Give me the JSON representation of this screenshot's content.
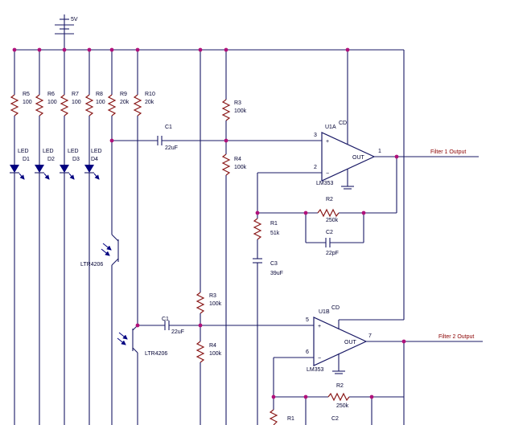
{
  "schematic": {
    "supply": "5V",
    "colors": {
      "wire": "#1a1a66",
      "resistor": "#8b1a1a",
      "junction": "#b0107a",
      "led": "#000080"
    },
    "top_bank": {
      "resistors": [
        {
          "ref": "R5",
          "value": "100"
        },
        {
          "ref": "R6",
          "value": "100"
        },
        {
          "ref": "R7",
          "value": "100"
        },
        {
          "ref": "R8",
          "value": "100"
        },
        {
          "ref": "R9",
          "value": "20k"
        },
        {
          "ref": "R10",
          "value": "20k"
        }
      ],
      "leds": [
        {
          "prefix": "LED",
          "ref": "D1"
        },
        {
          "prefix": "LED",
          "ref": "D2"
        },
        {
          "prefix": "LED",
          "ref": "D3"
        },
        {
          "prefix": "LED",
          "ref": "D4"
        }
      ]
    },
    "phototransistors": [
      "LTR4206",
      "LTR4206"
    ],
    "filter1": {
      "c1_ref": "C1",
      "c1_value": "22uF",
      "r3_ref": "R3",
      "r3_value": "100k",
      "r4_ref": "R4",
      "r4_value": "100k",
      "opamp_ref": "U1A",
      "opamp_part": "LM353",
      "superscript": "CD",
      "pin_plus": "3",
      "pin_minus": "2",
      "pin_out": "1",
      "out_label": "OUT",
      "r2_ref": "R2",
      "r2_value": "250k",
      "c2_ref": "C2",
      "c2_value": "22pF",
      "r1_ref": "R1",
      "r1_value": "51k",
      "c3_ref": "C3",
      "c3_value": "39uF",
      "output_label": "Filter 1 Output"
    },
    "filter2": {
      "c1_ref": "C1",
      "c1_value": "22uF",
      "r3_ref": "R3",
      "r3_value": "100k",
      "r4_ref": "R4",
      "r4_value": "100k",
      "opamp_ref": "U1B",
      "opamp_part": "LM353",
      "superscript": "CD",
      "pin_plus": "5",
      "pin_minus": "6",
      "pin_out": "7",
      "out_label": "OUT",
      "r2_ref": "R2",
      "r2_value": "250k",
      "r1_ref": "R1",
      "c2_ref": "C2",
      "output_label": "Filter 2 Output"
    }
  }
}
